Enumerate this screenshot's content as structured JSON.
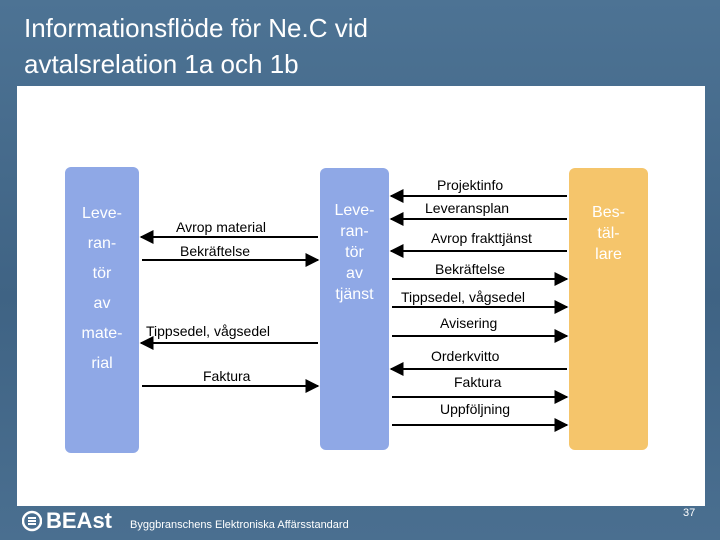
{
  "title": {
    "line1": "Informationsflöde för Ne.C vid",
    "line2": "avtalsrelation 1a och 1b"
  },
  "boxes": {
    "left": [
      "Leve-",
      "ran-",
      "tör",
      "av",
      "mate-",
      "rial"
    ],
    "middle": [
      "Leve-",
      "ran-",
      "tör",
      "av",
      "tjänst"
    ],
    "right": [
      "Bes-",
      "täl-",
      "lare"
    ]
  },
  "left_flows": {
    "avrop_material": "Avrop material",
    "bekraftelse": "Bekräftelse",
    "tippsedel": "Tippsedel, vågsedel",
    "faktura": "Faktura"
  },
  "right_flows": {
    "projektinfo": "Projektinfo",
    "leveransplan": "Leveransplan",
    "avrop_frakttjanst": "Avrop frakttjänst",
    "bekraftelse": "Bekräftelse",
    "tippsedel": "Tippsedel, vågsedel",
    "avisering": "Avisering",
    "orderkvitto": "Orderkvitto",
    "faktura": "Faktura",
    "uppfoljning": "Uppföljning"
  },
  "footer": {
    "logo": "BEAst",
    "org": "Byggbranschens Elektroniska Affärsstandard",
    "page": "37"
  },
  "icons": {
    "logo_icon": "beast-logo-icon"
  },
  "colors": {
    "actor_blue": "#8fa8e6",
    "actor_orange": "#f5c56b",
    "background": "#4a6d8c"
  }
}
